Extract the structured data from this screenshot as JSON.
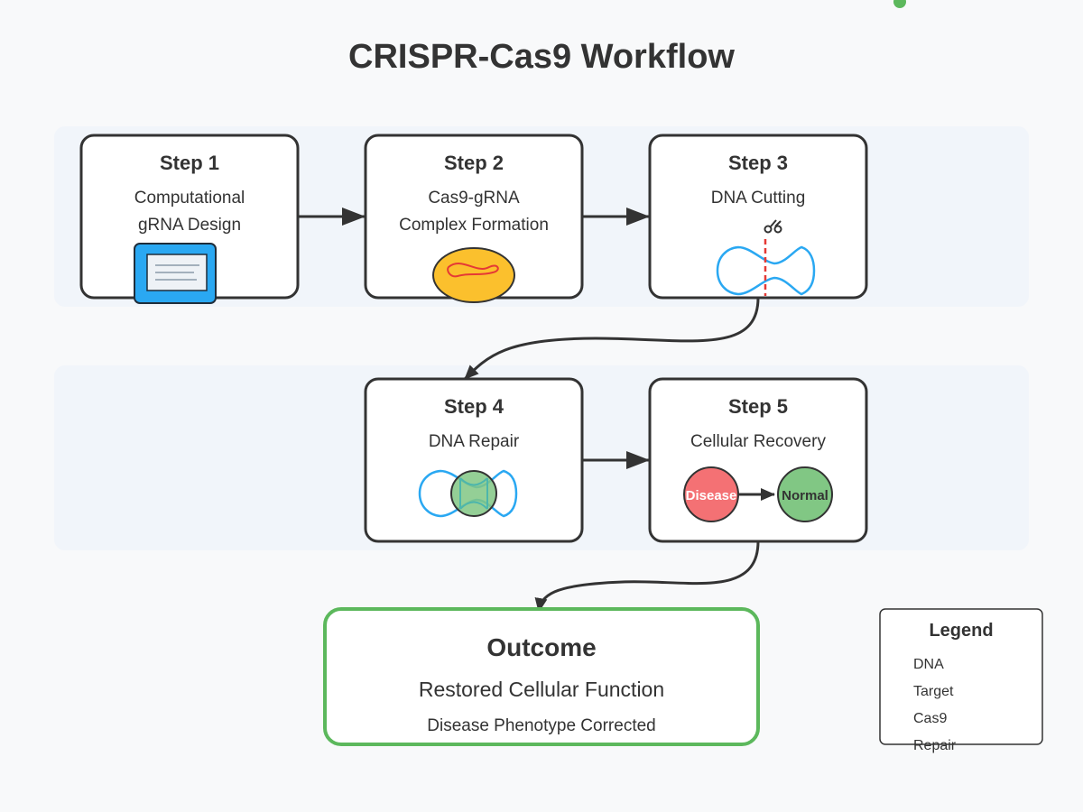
{
  "title": "CRISPR-Cas9 Workflow",
  "steps": [
    {
      "title": "Step 1",
      "line1": "Computational",
      "line2": "gRNA Design",
      "icon": "computer-monitor-icon"
    },
    {
      "title": "Step 2",
      "line1": "Cas9-gRNA",
      "line2": "Complex Formation",
      "icon": "cas9-complex-icon"
    },
    {
      "title": "Step 3",
      "line1": "DNA Cutting",
      "line2": "",
      "icon": "dna-cut-icon"
    },
    {
      "title": "Step 4",
      "line1": "DNA Repair",
      "line2": "",
      "icon": "dna-repair-icon"
    },
    {
      "title": "Step 5",
      "line1": "Cellular Recovery",
      "line2": "",
      "icon": "cell-recovery-icon"
    }
  ],
  "cell_states": {
    "before": "Disease",
    "after": "Normal"
  },
  "outcome": {
    "title": "Outcome",
    "text": "Restored Cellular Function",
    "subtext": "Disease Phenotype Corrected"
  },
  "legend": {
    "title": "Legend",
    "items": [
      "DNA",
      "Target",
      "Cas9",
      "Repair"
    ]
  },
  "colors": {
    "dna": "#2aa8f2",
    "cut_line": "#e53935",
    "cas9": "#fbc02d",
    "repair": "#81c784",
    "disease": "#f47174",
    "normal": "#81c784",
    "outcome_border": "#5cb85c",
    "node_border": "#333333",
    "monitor": "#2aa8f2"
  }
}
